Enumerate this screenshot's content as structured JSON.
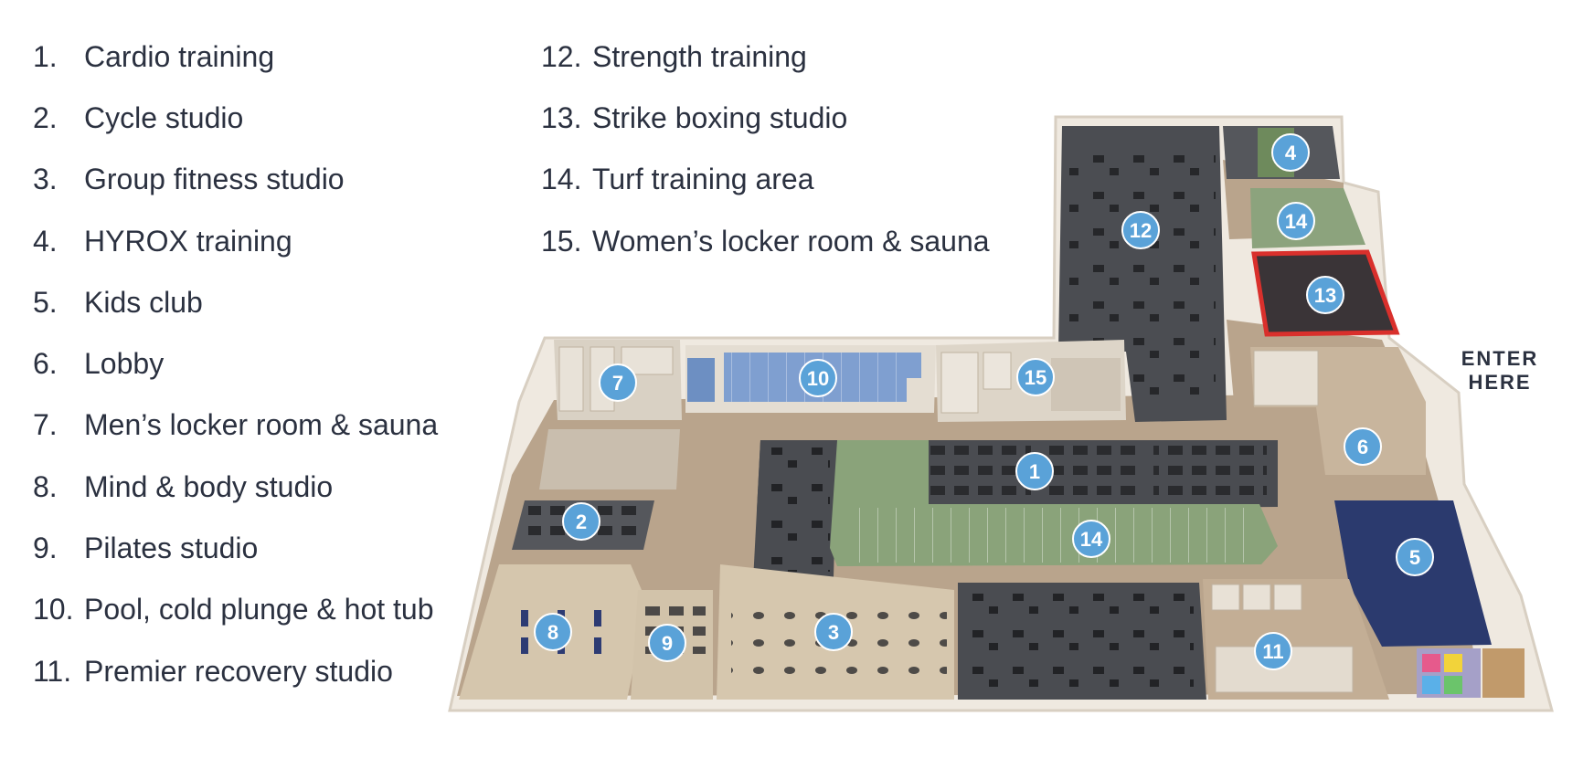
{
  "legend": {
    "left": [
      {
        "num": "1.",
        "label": "Cardio training"
      },
      {
        "num": "2.",
        "label": "Cycle studio"
      },
      {
        "num": "3.",
        "label": "Group fitness studio"
      },
      {
        "num": "4.",
        "label": "HYROX training"
      },
      {
        "num": "5.",
        "label": "Kids club"
      },
      {
        "num": "6.",
        "label": "Lobby"
      },
      {
        "num": "7.",
        "label": "Men’s locker room & sauna"
      },
      {
        "num": "8.",
        "label": "Mind & body studio"
      },
      {
        "num": "9.",
        "label": "Pilates studio"
      },
      {
        "num": "10.",
        "label": "Pool, cold plunge & hot tub"
      },
      {
        "num": "11.",
        "label": "Premier recovery studio"
      }
    ],
    "right": [
      {
        "num": "12.",
        "label": "Strength training"
      },
      {
        "num": "13.",
        "label": "Strike boxing studio"
      },
      {
        "num": "14.",
        "label": "Turf training area"
      },
      {
        "num": "15.",
        "label": "Women’s locker room & sauna"
      }
    ]
  },
  "entrance": {
    "line1": "ENTER",
    "line2": "HERE"
  },
  "markers": {
    "m1": "1",
    "m2": "2",
    "m3": "3",
    "m4": "4",
    "m5": "5",
    "m6": "6",
    "m7": "7",
    "m8": "8",
    "m9": "9",
    "m10": "10",
    "m11": "11",
    "m12": "12",
    "m13": "13",
    "m14a": "14",
    "m14b": "14",
    "m15": "15"
  },
  "colors": {
    "marker": "#5aa2d8",
    "wall": "#f1ece4",
    "floor_wood": "#b8a38b",
    "floor_dark": "#4a4c51",
    "turf": "#8aa37a",
    "pool": "#7f9fd0",
    "boxing": "#d9302c",
    "kids_floor": "#2b3a6e"
  }
}
